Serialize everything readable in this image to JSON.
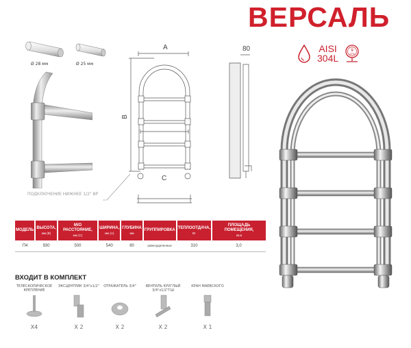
{
  "title": "ВЕРСАЛЬ",
  "badges": {
    "material_line1": "AISI",
    "material_line2": "304L",
    "pressure": "9",
    "pressure_unit": "ATM",
    "drop_icon": "water-drop-icon",
    "gauge_icon": "pressure-gauge-icon",
    "brand_color": "#d0202c"
  },
  "pipes": [
    {
      "label": "Ø 28 мм"
    },
    {
      "label": "Ø 25 мм"
    }
  ],
  "drawing": {
    "dim_a": "A",
    "dim_b": "B",
    "dim_c": "C",
    "depth": "80",
    "connection": "ПОДКЛЮЧЕНИЕ НИЖНЕЕ 1/2\" ВР"
  },
  "table": {
    "headers": [
      {
        "main": "МОДЕЛЬ",
        "unit": ""
      },
      {
        "main": "ВЫСОТА,",
        "unit": "мм (B)"
      },
      {
        "main": "М/О РАССТОЯНИЕ,",
        "unit": "мм (C)"
      },
      {
        "main": "ШИРИНА,",
        "unit": "мм (A)"
      },
      {
        "main": "ГЛУБИНА",
        "unit": "мм"
      },
      {
        "main": "ГРУППИРОВКА",
        "unit": ""
      },
      {
        "main": "ТЕПЛООТДАЧА,",
        "unit": "Вт"
      },
      {
        "main": "ПЛОЩАДЬ ПОМЕЩЕНИЯ,",
        "unit": "кв.м"
      }
    ],
    "rows": [
      [
        "П4",
        "930",
        "500",
        "540",
        "80",
        "равноудаленные",
        "310",
        "3,0"
      ]
    ]
  },
  "kit": {
    "title": "ВХОДИТ В КОМПЛЕКТ",
    "items": [
      {
        "name": "ТЕЛЕСКОПИЧЕСКОЕ КРЕПЛЕНИЕ",
        "qty": "X4"
      },
      {
        "name": "ЭКСЦЕНТРИК 3/4\"x1/2\"",
        "qty": "X 2"
      },
      {
        "name": "ОТРАЖАТЕЛЬ 3/4\"",
        "qty": "X 2"
      },
      {
        "name": "ВЕНТИЛЬ КРУГЛЫЙ 3/4\"x1/2\"ГШ",
        "qty": "X 2"
      },
      {
        "name": "КРАН МАЕВСКОГО",
        "qty": "X 1"
      }
    ]
  }
}
